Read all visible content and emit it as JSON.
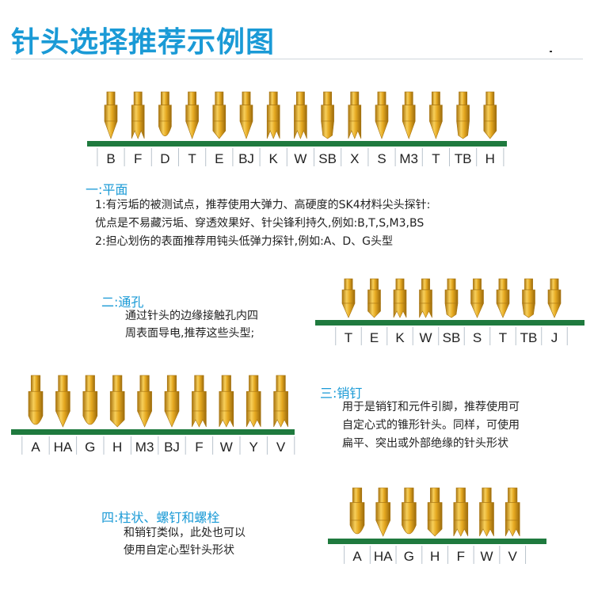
{
  "title": "针头选择推荐示例图",
  "sections": {
    "plane": {
      "heading": "一:平面",
      "lines": [
        "1:有污垢的被测试点，推荐使用大弹力、高硬度的SK4材料尖头探针:",
        "优点是不易藏污垢、穿透效果好、针尖锋利持久,例如:B,T,S,M3,BS",
        "2:担心划伤的表面推荐用钝头低弹力探针,例如:A、D、G头型"
      ]
    },
    "hole": {
      "heading": "二:通孔",
      "lines": [
        "通过针头的边缘接触孔内四",
        "周表面导电,推荐这些头型;"
      ]
    },
    "pin": {
      "heading": "三:销钉",
      "lines": [
        "用于是销钉和元件引脚，推荐使用可",
        "自定心式的锥形针头。同样，可使用",
        "扁平、突出或外部绝缘的针头形状"
      ]
    },
    "post": {
      "heading": "四:柱状、螺钉和螺栓",
      "lines": [
        "和销钉类似，此处也可以",
        "使用自定心型针头形状"
      ]
    }
  },
  "rows": {
    "row1": [
      "B",
      "F",
      "D",
      "T",
      "E",
      "BJ",
      "K",
      "W",
      "SB",
      "X",
      "S",
      "M3",
      "T",
      "TB",
      "H"
    ],
    "row2": [
      "T",
      "E",
      "K",
      "W",
      "SB",
      "S",
      "T",
      "TB",
      "J"
    ],
    "row3": [
      "A",
      "HA",
      "G",
      "H",
      "M3",
      "BJ",
      "F",
      "W",
      "Y",
      "V"
    ],
    "row4": [
      "A",
      "HA",
      "G",
      "H",
      "F",
      "W",
      "V"
    ]
  },
  "colors": {
    "accent": "#1a9ad6",
    "board": "#1f7a3e",
    "pin": "#e0a520",
    "pin_dark": "#a87410"
  }
}
